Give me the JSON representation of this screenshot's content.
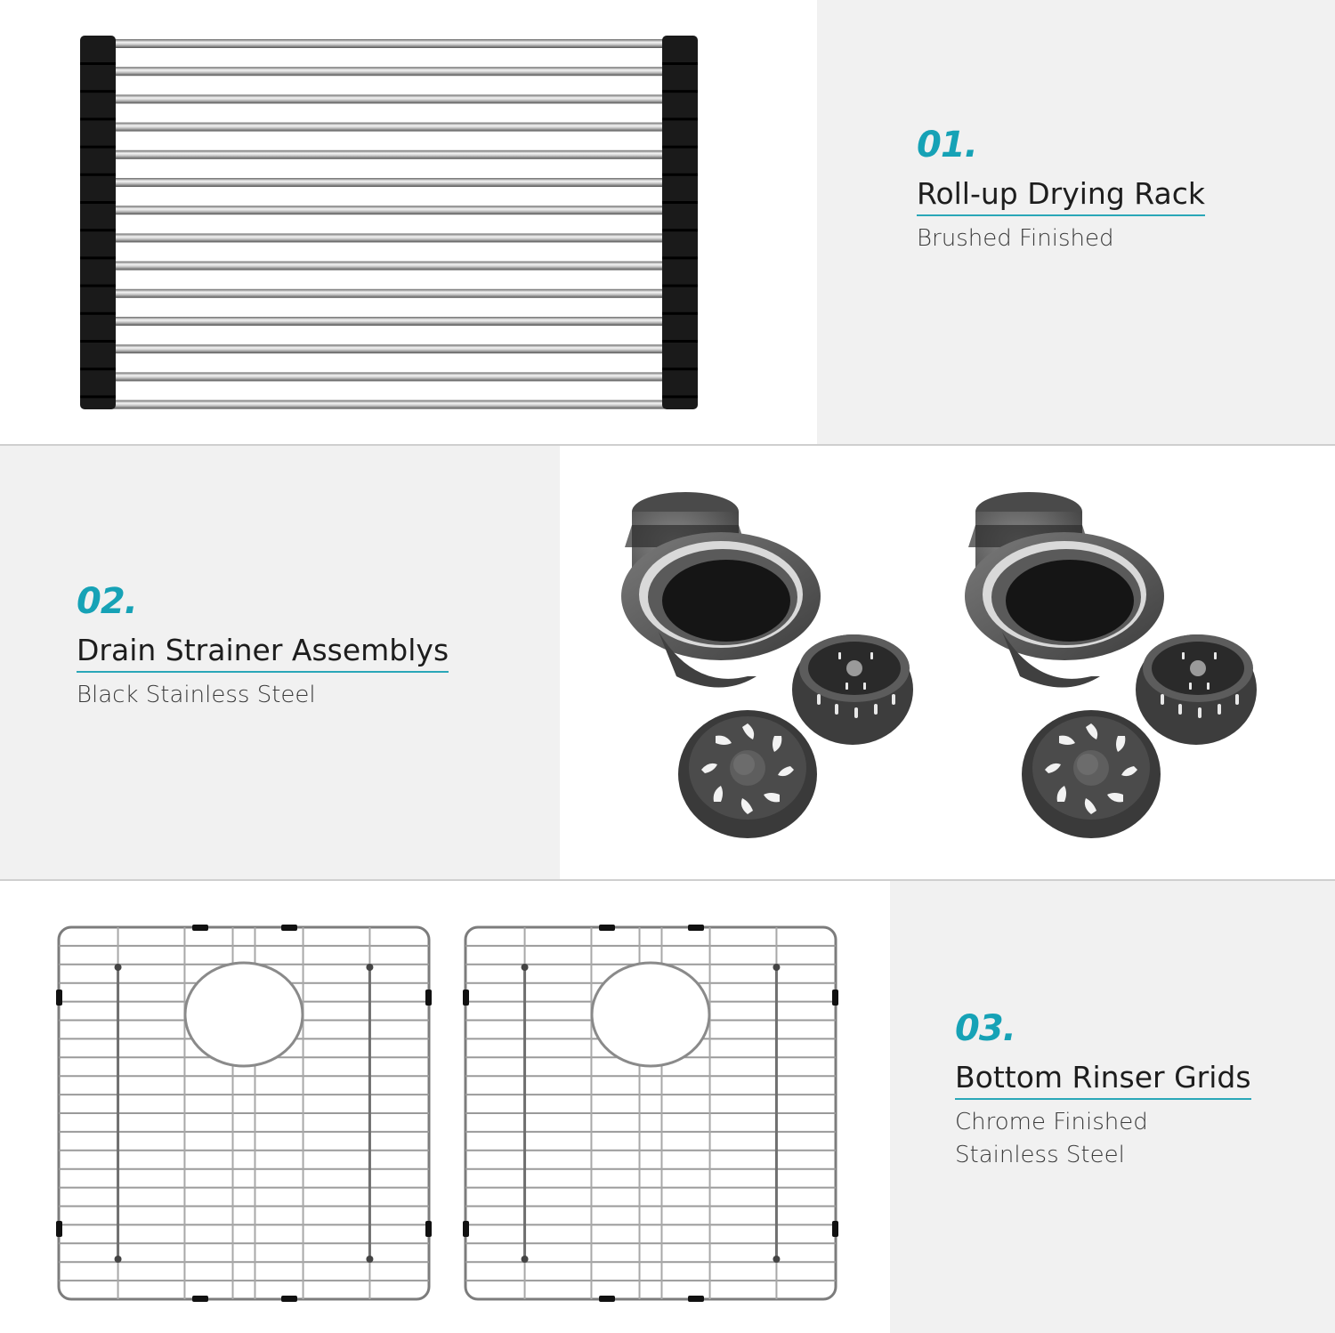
{
  "sections": [
    {
      "number": "01.",
      "title": "Roll-up Drying Rack",
      "subtitle_lines": [
        "Brushed Finished"
      ]
    },
    {
      "number": "02.",
      "title": "Drain Strainer Assemblys",
      "subtitle_lines": [
        "Black Stainless Steel"
      ]
    },
    {
      "number": "03.",
      "title": "Bottom Rinser Grids",
      "subtitle_lines": [
        "Chrome Finished",
        "Stainless Steel"
      ]
    }
  ],
  "colors": {
    "accent": "#16a2b6",
    "panel_background": "#f1f1f1",
    "text_dark": "#1d1d1d"
  },
  "images": {
    "rack": "roll-up-drying-rack-image",
    "strainers": "drain-strainer-assemblies-image",
    "grids": "bottom-rinser-grids-image"
  }
}
